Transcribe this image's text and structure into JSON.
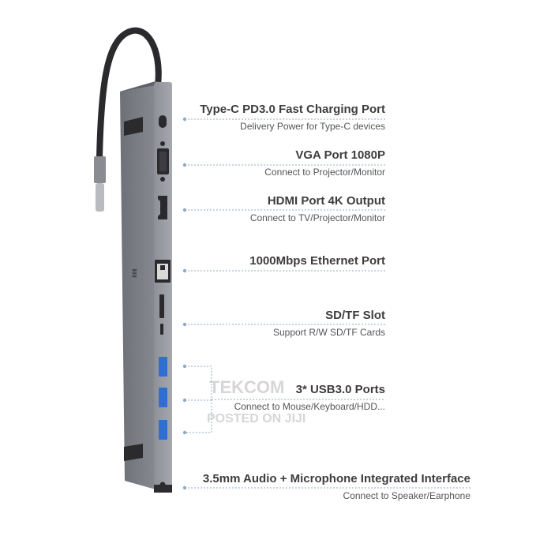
{
  "ports": [
    {
      "title": "Type-C PD3.0 Fast Charging Port",
      "subtitle": "Delivery Power for Type-C devices"
    },
    {
      "title": "VGA Port 1080P",
      "subtitle": "Connect to Projector/Monitor"
    },
    {
      "title": "HDMI Port 4K Output",
      "subtitle": "Connect to TV/Projector/Monitor"
    },
    {
      "title": "1000Mbps Ethernet Port",
      "subtitle": ""
    },
    {
      "title": "SD/TF Slot",
      "subtitle": "Support R/W SD/TF Cards"
    },
    {
      "title": "3* USB3.0 Ports",
      "subtitle": "Connect to Mouse/Keyboard/HDD..."
    },
    {
      "title": "3.5mm Audio + Microphone Integrated Interface",
      "subtitle": "Connect to Speaker/Earphone"
    }
  ],
  "watermark": {
    "line1": "TEKCOM",
    "line2": "POSTED ON JIJI"
  },
  "colors": {
    "body": "#7d7f86",
    "front": "#9a9ca2",
    "port": "#2a2a2e",
    "usb": "#2f6fd1",
    "leader": "#8fa8c8",
    "title": "#3d3d3d"
  }
}
